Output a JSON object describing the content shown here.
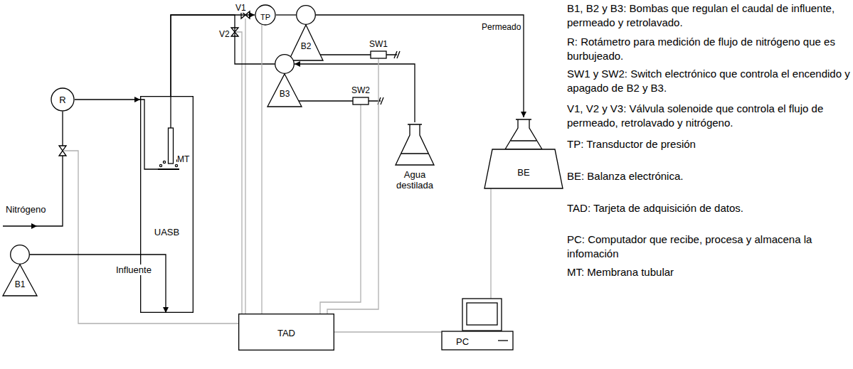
{
  "diagram": {
    "nodes": [
      {
        "text": [
          "R"
        ]
      },
      {
        "text": [
          "UASB"
        ]
      },
      {
        "text": [
          "TP"
        ]
      },
      {
        "text": [
          "B2"
        ]
      },
      {
        "text": [
          "B3"
        ]
      },
      {
        "text": [
          "SW1"
        ]
      },
      {
        "text": [
          "SW2"
        ]
      },
      {
        "text": [
          "Agua destilada"
        ]
      },
      {
        "text": [
          "BE"
        ]
      },
      {
        "text": [
          "B1"
        ]
      },
      {
        "text": [
          "TAD"
        ]
      },
      {
        "text": [
          "PC"
        ]
      }
    ],
    "edges": [
      {
        "from": 0,
        "to": 1,
        "arrow": "to"
      },
      {
        "from": 9,
        "to": 1,
        "arrow": "to"
      },
      {
        "from": 1,
        "to": 2,
        "arrow": "to"
      },
      {
        "from": 4,
        "to": 1,
        "arrow": "none"
      },
      {
        "from": 2,
        "to": 3,
        "arrow": "none"
      },
      {
        "from": 3,
        "to": 8,
        "arrow": "to",
        "label": "Permeado"
      },
      {
        "from": 3,
        "to": 5,
        "arrow": "none"
      },
      {
        "from": 4,
        "to": 6,
        "arrow": "none"
      },
      {
        "from": 7,
        "to": 4,
        "arrow": "to"
      },
      {
        "from": 10,
        "to": 2,
        "arrow": "none"
      },
      {
        "from": 10,
        "to": 5,
        "arrow": "none"
      },
      {
        "from": 10,
        "to": 6,
        "arrow": "none"
      },
      {
        "from": 10,
        "to": 11,
        "arrow": "none"
      },
      {
        "from": 11,
        "to": 8,
        "arrow": "none"
      }
    ],
    "labels": [
      "V1",
      "V2",
      "Nitrógeno",
      "Influente",
      "MT",
      "B1, B2 y B3: Bombas que regulan el caudal de influente, permeado y retrolavado.",
      "R: Rotámetro para medición de flujo de nitrógeno que es burbujeado.",
      "SW1 y SW2: Switch electrónico que controla el encendido y apagado de B2 y B3.",
      "V1, V2 y V3: Válvula solenoide que controla el flujo de permeado, retrolavado y nitrógeno.",
      "TP: Transductor de presión",
      "BE: Balanza electrónica.",
      "TAD: Tarjeta de adquisición de datos.",
      "PC: Computador que recibe, procesa y almacena la infomación",
      "MT: Membrana tubular"
    ]
  }
}
